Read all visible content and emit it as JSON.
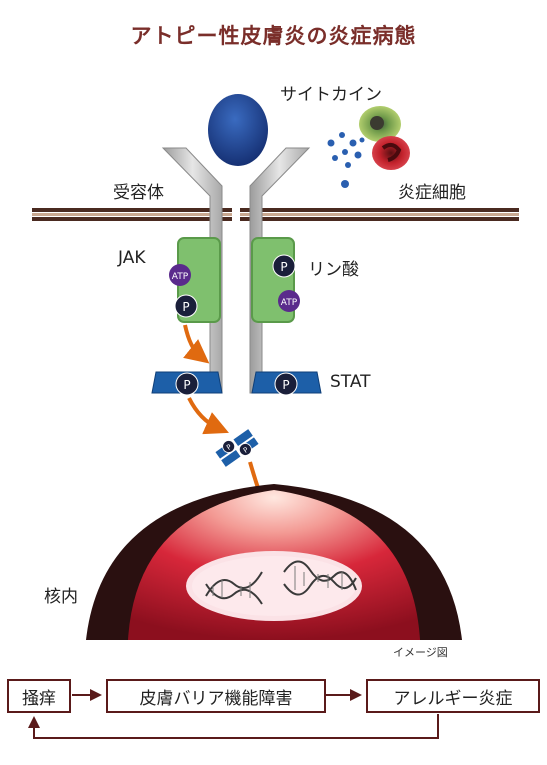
{
  "title": "アトピー性皮膚炎の炎症病態",
  "labels": {
    "cytokine": "サイトカイン",
    "receptor": "受容体",
    "inflammatory_cells": "炎症細胞",
    "jak": "JAK",
    "phosphate": "リン酸",
    "stat": "STAT",
    "nucleus": "核内",
    "image_note": "イメージ図"
  },
  "molecules": {
    "atp": "ATP",
    "p": "P"
  },
  "flow": {
    "step1": "掻痒",
    "step2": "皮膚バリア機能障害",
    "step3": "アレルギー炎症"
  },
  "colors": {
    "title": "#7a2e2a",
    "membrane": "#4a2a20",
    "receptor": "#c8c8c8",
    "cytokine": "#1e3f8c",
    "jak": "#7fc06e",
    "stat": "#1d5fa8",
    "phospho": "#1a1f3a",
    "atp": "#5a2a8c",
    "arrow": "#e06a10",
    "nucleus": "#c2202e",
    "flow_border": "#5a1a1a"
  }
}
